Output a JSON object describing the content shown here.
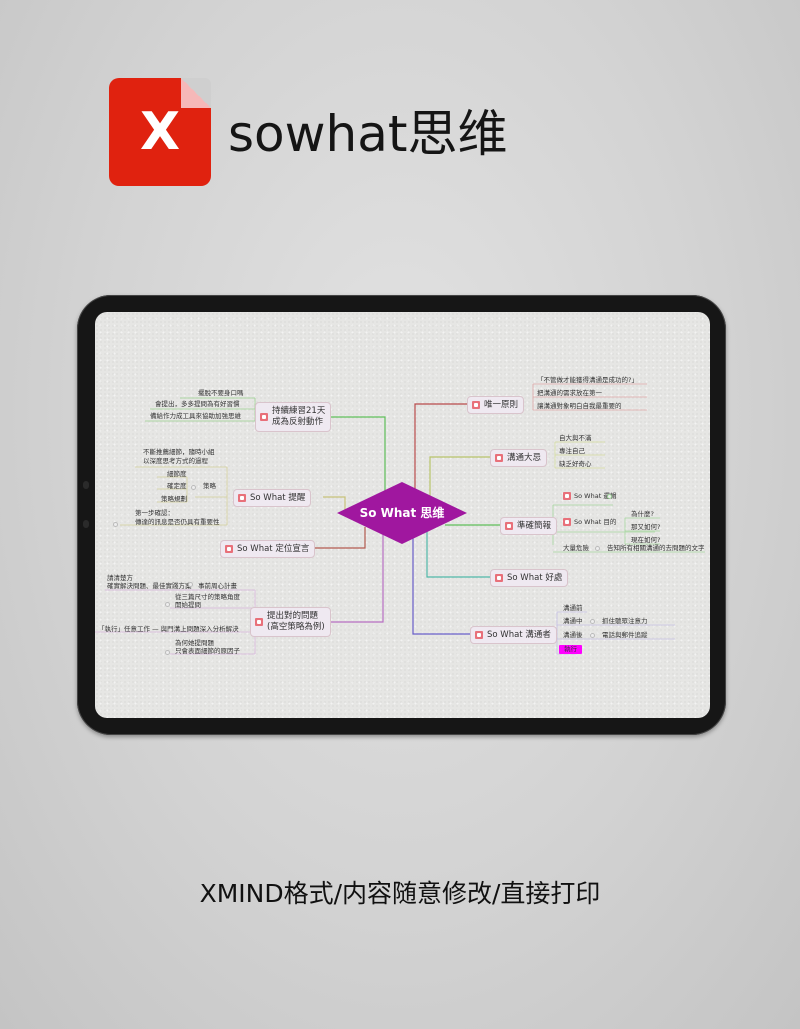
{
  "header": {
    "app_icon": "xmind-file-icon",
    "icon_glyph": "X",
    "title": "sowhat思维"
  },
  "mindmap": {
    "center": "So What 思维",
    "left": {
      "topic1": {
        "label_line1": "持續練習21天",
        "label_line2": "成為反射動作",
        "children": [
          "擺脫不要身口嗎",
          "會提出，多多提問為有好習慣",
          "備給作力成工具來協助加強思維"
        ]
      },
      "topic2": {
        "label": "So What 提醒",
        "note_line1": "不斷推薦細節，隨時小組",
        "note_line2": "以深度思考方式的過程",
        "children": [
          "細節度",
          "確定度",
          "策略規劃"
        ],
        "group_label": "策略",
        "extra_line1": "第一步確認：",
        "extra_line2": "傳達的訊息是否仍具有重要性"
      },
      "topic3": {
        "label": "So What 定位宣言"
      },
      "topic4": {
        "label_line1": "提出對的問題",
        "label_line2": "(高空策略為例)",
        "children": [
          {
            "line1": "請清楚方",
            "line2": "確實解決問題、最佳實踐方案",
            "tail": "事前周心計畫"
          },
          {
            "line1": "從三篇尺寸的策略角度",
            "line2": "開始提問"
          },
          {
            "line1": "「執行」任意工作 — 與門溝上問題深入分析解決"
          },
          {
            "line1": "為何她提問題",
            "line2": "只會表面細節的原因子"
          }
        ]
      }
    },
    "right": {
      "topic1": {
        "label": "唯一原則",
        "children": [
          "「不管做才能獲得溝通是成功的?」",
          "把溝通的需求放在第一",
          "讓溝通對象明白自我最重要的"
        ]
      },
      "topic2": {
        "label": "溝通大忌",
        "children": [
          "自大與不滿",
          "專注自己",
          "缺乏好奇心"
        ]
      },
      "topic3": {
        "label": "準確簡報",
        "sub1": "So What 邏輯",
        "sub2": "So What 目的",
        "sub2_children": [
          "為什麼?",
          "那又如何?",
          "現在如何?"
        ],
        "sub3": "大量危險",
        "sub3_tail": "告知所有相關溝通的去問題的文字"
      },
      "topic4": {
        "label": "So What 好處"
      },
      "topic5": {
        "label": "So What 溝通者",
        "children": [
          "溝通前",
          "溝通中",
          "溝通後"
        ],
        "child2_tail": "抓住聽眾注意力",
        "child3_tail": "電話與郵件追蹤",
        "tag": "執行"
      }
    }
  },
  "colors": {
    "brand_red": "#e0220f",
    "center_fill": "#a0179f",
    "highlight_tag": "#ff00ff"
  },
  "caption": "XMIND格式/内容随意修改/直接打印"
}
